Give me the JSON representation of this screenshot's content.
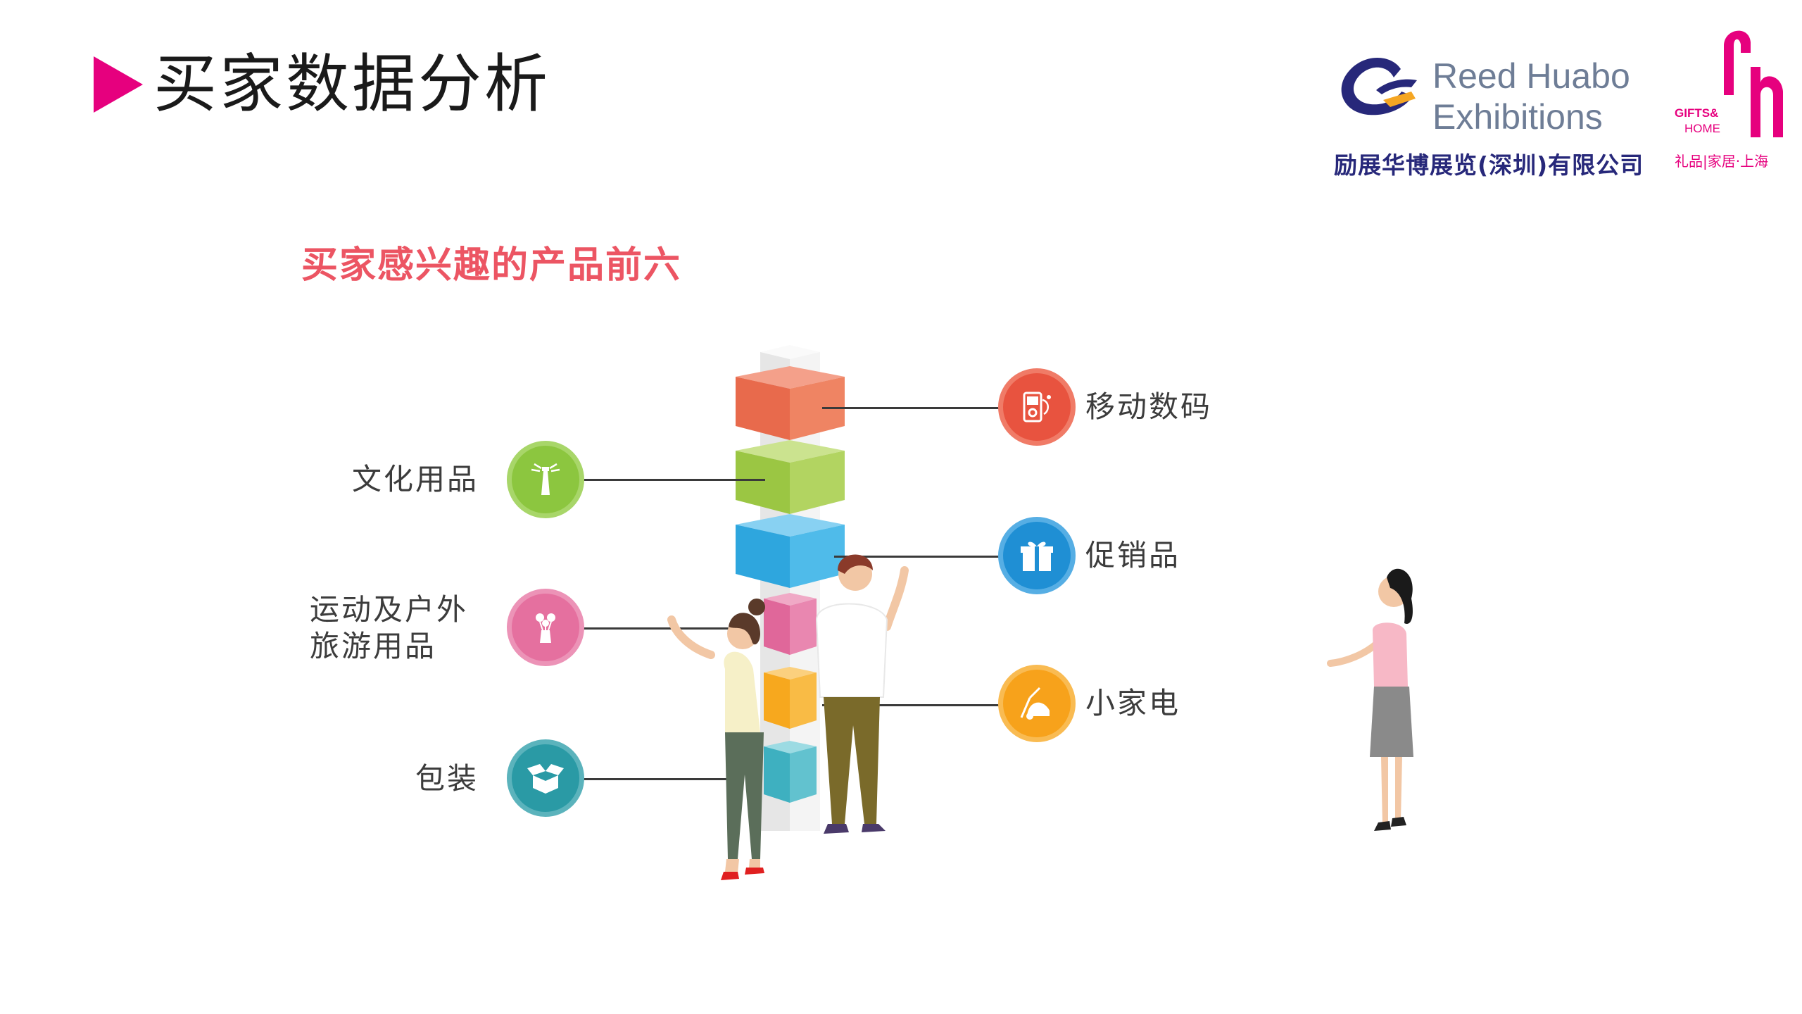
{
  "header": {
    "title": "买家数据分析"
  },
  "logo": {
    "line1": "Reed Huabo",
    "line2": "Exhibitions",
    "company_cn": "励展华博展览(深圳)有限公司",
    "gh_line1": "GIFTS&",
    "gh_line2": "HOME",
    "gh_cn": "礼品|家居·上海"
  },
  "diagram": {
    "heading": "买家感兴趣的产品前六",
    "items_left": [
      {
        "label": "文化用品",
        "icon": "lighthouse-icon",
        "color": "#8cc63f"
      },
      {
        "label_line1": "运动及户外",
        "label_line2": "旅游用品",
        "icon": "flower-vase-icon",
        "color": "#e5709f"
      },
      {
        "label": "包装",
        "icon": "open-box-icon",
        "color": "#2a9aa5"
      }
    ],
    "items_right": [
      {
        "label": "移动数码",
        "icon": "music-player-icon",
        "color": "#e8533f"
      },
      {
        "label": "促销品",
        "icon": "gift-icon",
        "color": "#1f8fd4"
      },
      {
        "label": "小家电",
        "icon": "vacuum-cleaner-icon",
        "color": "#f7a21b"
      }
    ],
    "block_colors": [
      "#ee7b5a",
      "#a9cf55",
      "#3fb3e6",
      "#e5709f",
      "#f9b233",
      "#4fbac9"
    ]
  }
}
